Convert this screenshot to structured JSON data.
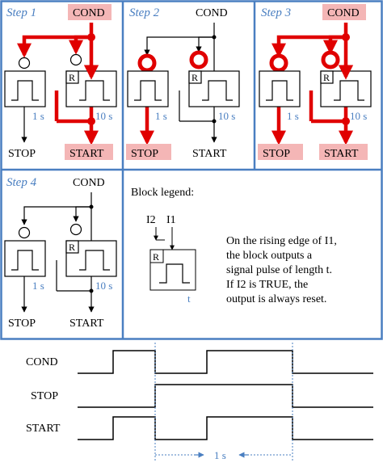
{
  "signals": {
    "cond": "COND",
    "stop": "STOP",
    "start": "START"
  },
  "block": {
    "reset_input": "R"
  },
  "timers": {
    "stop_time": "1 s",
    "start_time": "10 s",
    "legend_time": "t"
  },
  "steps": [
    {
      "label": "Step 1",
      "active": [
        "cond",
        "start"
      ]
    },
    {
      "label": "Step 2",
      "active": [
        "stop"
      ]
    },
    {
      "label": "Step 3",
      "active": [
        "cond",
        "stop",
        "start"
      ]
    },
    {
      "label": "Step 4",
      "active": []
    }
  ],
  "legend": {
    "title": "Block legend:",
    "inputs": [
      "I2",
      "I1"
    ],
    "description": [
      "On the rising edge of I1,",
      "the block outputs a",
      "signal pulse of length t.",
      "If I2 is TRUE, the",
      "output is always reset."
    ]
  },
  "timing": {
    "signals": [
      "COND",
      "STOP",
      "START"
    ],
    "interval_label": "1 s"
  },
  "colors": {
    "panel_border": "#4a7fc1",
    "active_line": "#e00000",
    "highlight_fill": "#f4b6b6",
    "label_blue": "#4a7fc1"
  }
}
